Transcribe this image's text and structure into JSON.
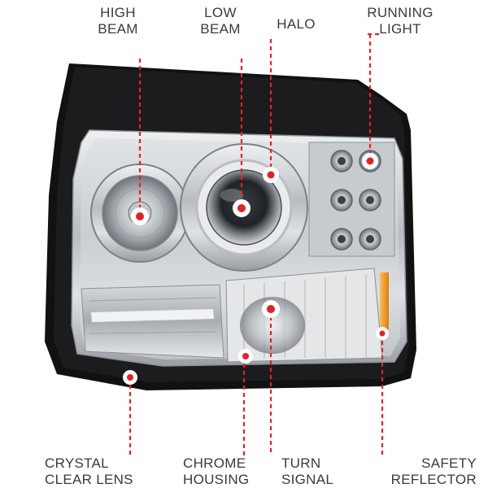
{
  "callouts": {
    "high_beam": {
      "line1": "HIGH",
      "line2": "BEAM"
    },
    "low_beam": {
      "line1": "LOW",
      "line2": "BEAM"
    },
    "halo": {
      "line1": "HALO"
    },
    "running_light": {
      "line1": "RUNNING",
      "line2": "LIGHT"
    },
    "crystal_clear_lens": {
      "line1": "CRYSTAL",
      "line2": "CLEAR LENS"
    },
    "chrome_housing": {
      "line1": "CHROME",
      "line2": "HOUSING"
    },
    "turn_signal": {
      "line1": "TURN",
      "line2": "SIGNAL"
    },
    "safety_reflector": {
      "line1": "SAFETY",
      "line2": "REFLECTOR"
    }
  },
  "colors": {
    "callout_red": "#e2222a",
    "label_text": "#3a3a3a",
    "amber_reflector": "#f0a020",
    "housing_black": "#111111",
    "chrome": "#c9ccd0"
  }
}
